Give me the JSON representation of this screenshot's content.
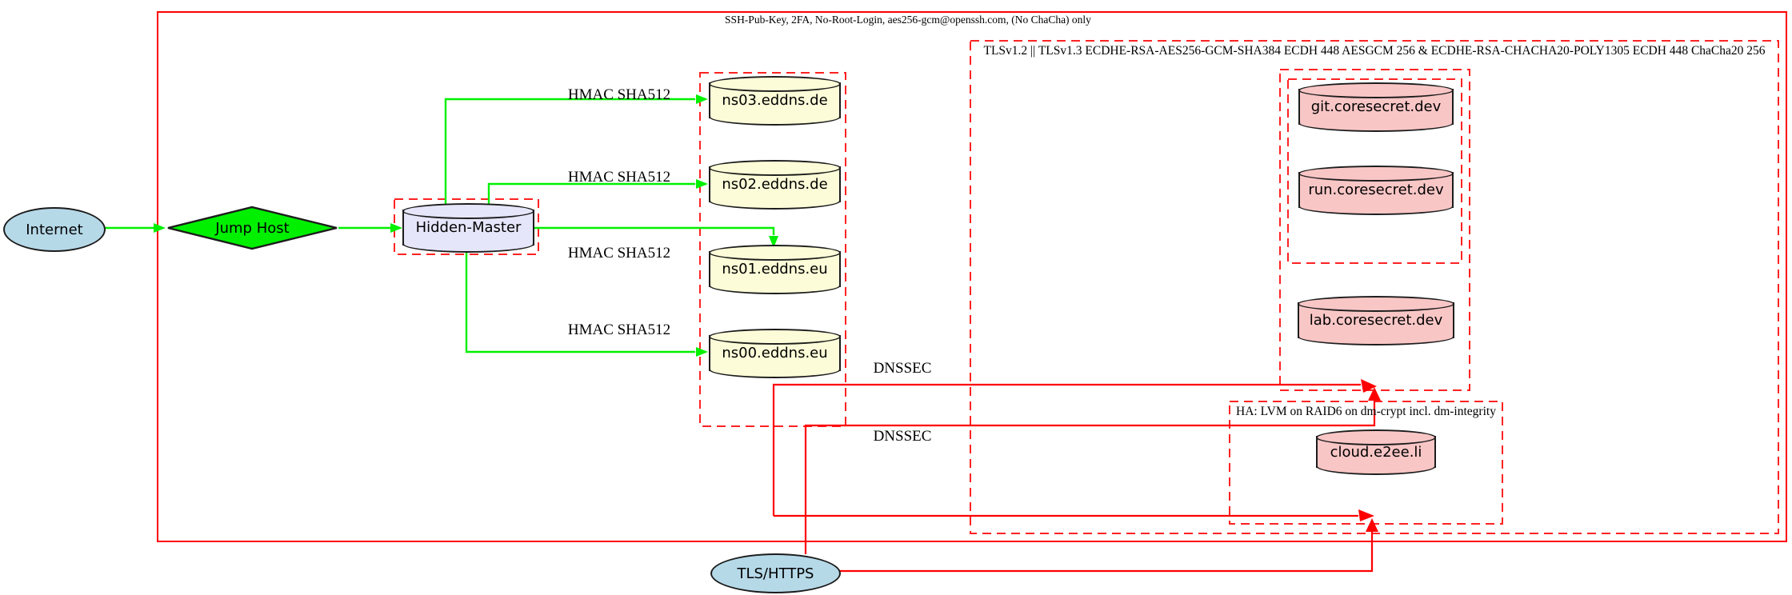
{
  "diagram_type": "network-security-architecture",
  "clusters": {
    "ssh_zone": {
      "label": "SSH-Pub-Key, 2FA, No-Root-Login, aes256-gcm@openssh.com, (No ChaCha) only",
      "border_style": "solid",
      "border_color": "#ff0000"
    },
    "tls_zone": {
      "label": "TLSv1.2 || TLSv1.3 ECDHE-RSA-AES256-GCM-SHA384 ECDH 448 AESGCM 256 & ECDHE-RSA-CHACHA20-POLY1305 ECDH 448 ChaCha20 256",
      "border_style": "dashed",
      "border_color": "#ff0000"
    },
    "dns_zone": {
      "label": "",
      "border_style": "dashed",
      "border_color": "#ff0000"
    },
    "hidden_master_zone": {
      "label": "",
      "border_style": "dashed",
      "border_color": "#ff0000"
    },
    "coresecret_zone": {
      "label": "",
      "border_style": "dashed",
      "border_color": "#ff0000"
    },
    "coresecret_inner_zone": {
      "label": "",
      "border_style": "dashed",
      "border_color": "#ff0000"
    },
    "ha_zone": {
      "label": "HA: LVM on RAID6 on dm-crypt incl. dm-integrity",
      "border_style": "dashed",
      "border_color": "#ff0000"
    }
  },
  "nodes": {
    "internet": {
      "label": "Internet",
      "shape": "ellipse",
      "fill": "#b6d9e8"
    },
    "jump_host": {
      "label": "Jump Host",
      "shape": "diamond",
      "fill": "#00ff00"
    },
    "hidden_master": {
      "label": "Hidden-Master",
      "shape": "cylinder",
      "fill": "#e6e6fa"
    },
    "ns03": {
      "label": "ns03.eddns.de",
      "shape": "cylinder",
      "fill": "#fcfcd8"
    },
    "ns02": {
      "label": "ns02.eddns.de",
      "shape": "cylinder",
      "fill": "#fcfcd8"
    },
    "ns01": {
      "label": "ns01.eddns.eu",
      "shape": "cylinder",
      "fill": "#fcfcd8"
    },
    "ns00": {
      "label": "ns00.eddns.eu",
      "shape": "cylinder",
      "fill": "#fcfcd8"
    },
    "git": {
      "label": "git.coresecret.dev",
      "shape": "cylinder",
      "fill": "#f9c6c6"
    },
    "run": {
      "label": "run.coresecret.dev",
      "shape": "cylinder",
      "fill": "#f9c6c6"
    },
    "lab": {
      "label": "lab.coresecret.dev",
      "shape": "cylinder",
      "fill": "#f9c6c6"
    },
    "cloud": {
      "label": "cloud.e2ee.li",
      "shape": "cylinder",
      "fill": "#f9c6c6"
    },
    "tls_https": {
      "label": "TLS/HTTPS",
      "shape": "ellipse",
      "fill": "#b6d9e8"
    }
  },
  "edge_labels": {
    "hmac_ns03": "HMAC SHA512",
    "hmac_ns02": "HMAC SHA512",
    "hmac_ns01": "HMAC SHA512",
    "hmac_ns00": "HMAC SHA512",
    "dnssec_top": "DNSSEC",
    "dnssec_bottom": "DNSSEC"
  },
  "edges": [
    {
      "from": "Internet",
      "to": "Jump Host",
      "label": "",
      "color": "green"
    },
    {
      "from": "Jump Host",
      "to": "Hidden-Master",
      "label": "",
      "color": "green"
    },
    {
      "from": "Hidden-Master",
      "to": "ns03.eddns.de",
      "label": "HMAC SHA512",
      "color": "green"
    },
    {
      "from": "Hidden-Master",
      "to": "ns02.eddns.de",
      "label": "HMAC SHA512",
      "color": "green"
    },
    {
      "from": "Hidden-Master",
      "to": "ns01.eddns.eu",
      "label": "HMAC SHA512",
      "color": "green"
    },
    {
      "from": "Hidden-Master",
      "to": "ns00.eddns.eu",
      "label": "HMAC SHA512",
      "color": "green"
    },
    {
      "from": "eddns name-server group",
      "to": "coresecret.dev server group",
      "label": "DNSSEC",
      "color": "red"
    },
    {
      "from": "eddns name-server group",
      "to": "HA zone (cloud.e2ee.li)",
      "label": "DNSSEC",
      "color": "red"
    },
    {
      "from": "TLS/HTTPS",
      "to": "coresecret.dev server group",
      "label": "",
      "color": "red"
    },
    {
      "from": "TLS/HTTPS",
      "to": "HA zone (cloud.e2ee.li)",
      "label": "",
      "color": "red"
    }
  ],
  "colors": {
    "secure_transfer_edge": "#00ff00",
    "tls_dnssec_edge": "#ff0000",
    "cluster_border": "#ff0000",
    "node_border": "#1c1c1c",
    "background": "#ffffff"
  }
}
